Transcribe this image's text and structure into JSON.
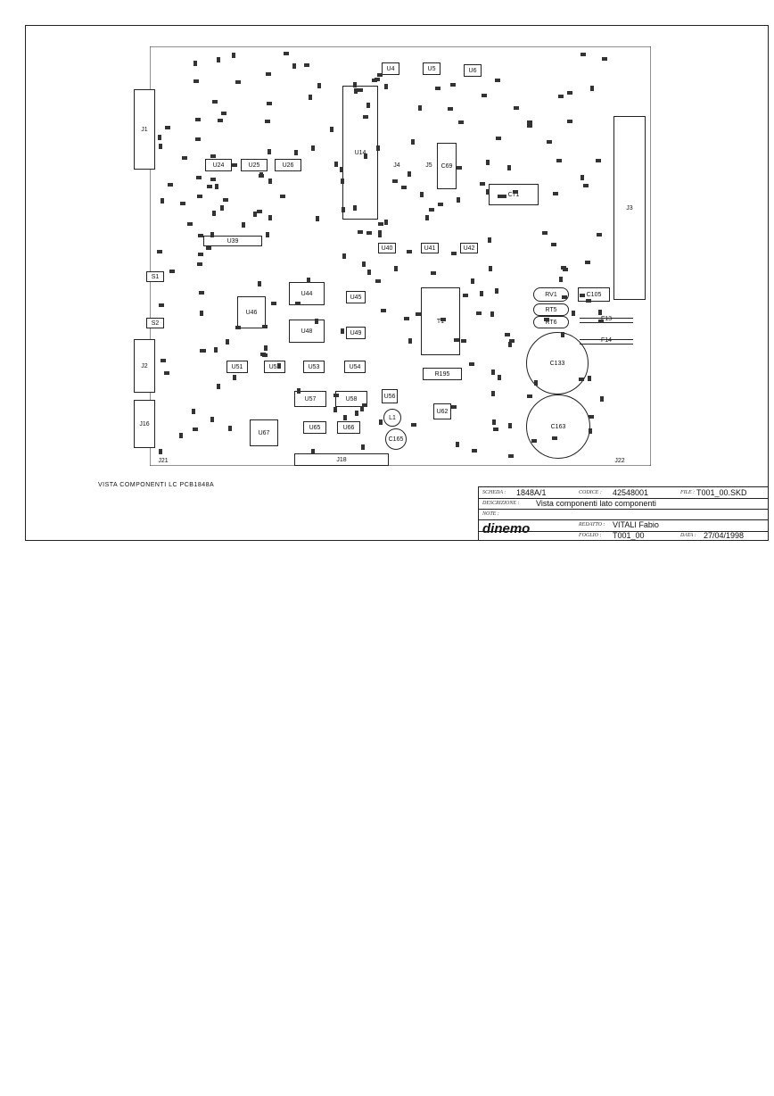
{
  "caption": "VISTA COMPONENTI LC PCB1848A",
  "components": [
    {
      "id": "J1",
      "label": "J1"
    },
    {
      "id": "U4",
      "label": "U4"
    },
    {
      "id": "U5",
      "label": "U5"
    },
    {
      "id": "U6",
      "label": "U6"
    },
    {
      "id": "U14",
      "label": "U14"
    },
    {
      "id": "U24",
      "label": "U24"
    },
    {
      "id": "U25",
      "label": "U25"
    },
    {
      "id": "U26",
      "label": "U26"
    },
    {
      "id": "U39",
      "label": "U39"
    },
    {
      "id": "U44",
      "label": "U44"
    },
    {
      "id": "U45",
      "label": "U45"
    },
    {
      "id": "U46",
      "label": "U46"
    },
    {
      "id": "U48",
      "label": "U48"
    },
    {
      "id": "U49",
      "label": "U49"
    },
    {
      "id": "U51",
      "label": "U51"
    },
    {
      "id": "U52",
      "label": "U52"
    },
    {
      "id": "U53",
      "label": "U53"
    },
    {
      "id": "U54",
      "label": "U54"
    },
    {
      "id": "U57",
      "label": "U57"
    },
    {
      "id": "U58",
      "label": "U58"
    },
    {
      "id": "U65",
      "label": "U65"
    },
    {
      "id": "U66",
      "label": "U66"
    },
    {
      "id": "U67",
      "label": "U67"
    },
    {
      "id": "U56",
      "label": "U56"
    },
    {
      "id": "U62",
      "label": "U62"
    },
    {
      "id": "C69",
      "label": "C69"
    },
    {
      "id": "C71",
      "label": "C71"
    },
    {
      "id": "J3",
      "label": "J3"
    },
    {
      "id": "RV1",
      "label": "RV1"
    },
    {
      "id": "C105",
      "label": "C105"
    },
    {
      "id": "RT5",
      "label": "RT5"
    },
    {
      "id": "RT6",
      "label": "RT6"
    },
    {
      "id": "T1",
      "label": "T1"
    },
    {
      "id": "R195",
      "label": "R195"
    },
    {
      "id": "C133",
      "label": "C133"
    },
    {
      "id": "C163",
      "label": "C163"
    },
    {
      "id": "J18",
      "label": "J18"
    },
    {
      "id": "J2",
      "label": "J2"
    },
    {
      "id": "J16",
      "label": "J16"
    },
    {
      "id": "S1",
      "label": "S1"
    },
    {
      "id": "S2",
      "label": "S2"
    },
    {
      "id": "L1",
      "label": "L1"
    },
    {
      "id": "C165",
      "label": "C165"
    },
    {
      "id": "J21",
      "label": "J21"
    },
    {
      "id": "J22",
      "label": "J22"
    },
    {
      "id": "F13",
      "label": "F13"
    },
    {
      "id": "F14",
      "label": "F14"
    },
    {
      "id": "J4",
      "label": "J4"
    },
    {
      "id": "J5",
      "label": "J5"
    },
    {
      "id": "U40",
      "label": "U40"
    },
    {
      "id": "U41",
      "label": "U41"
    },
    {
      "id": "U42",
      "label": "U42"
    }
  ],
  "title_block": {
    "scheda_label": "SCHEDA :",
    "scheda_value": "1848A/1",
    "codice_label": "CODICE :",
    "codice_value": "42548001",
    "file_label": "FILE :",
    "file_value": "T001_00.SKD",
    "descrizione_label": "DESCRIZIONE :",
    "descrizione_value": "Vista componenti lato componenti",
    "note_label": "NOTE :",
    "note_value": "",
    "logo_text": "dinemo",
    "redatto_label": "REDATTO :",
    "redatto_value": "VITALI Fabio",
    "foglio_label": "FOGLIO :",
    "foglio_value": "T001_00",
    "data_label": "DATA :",
    "data_value": "27/04/1998"
  }
}
